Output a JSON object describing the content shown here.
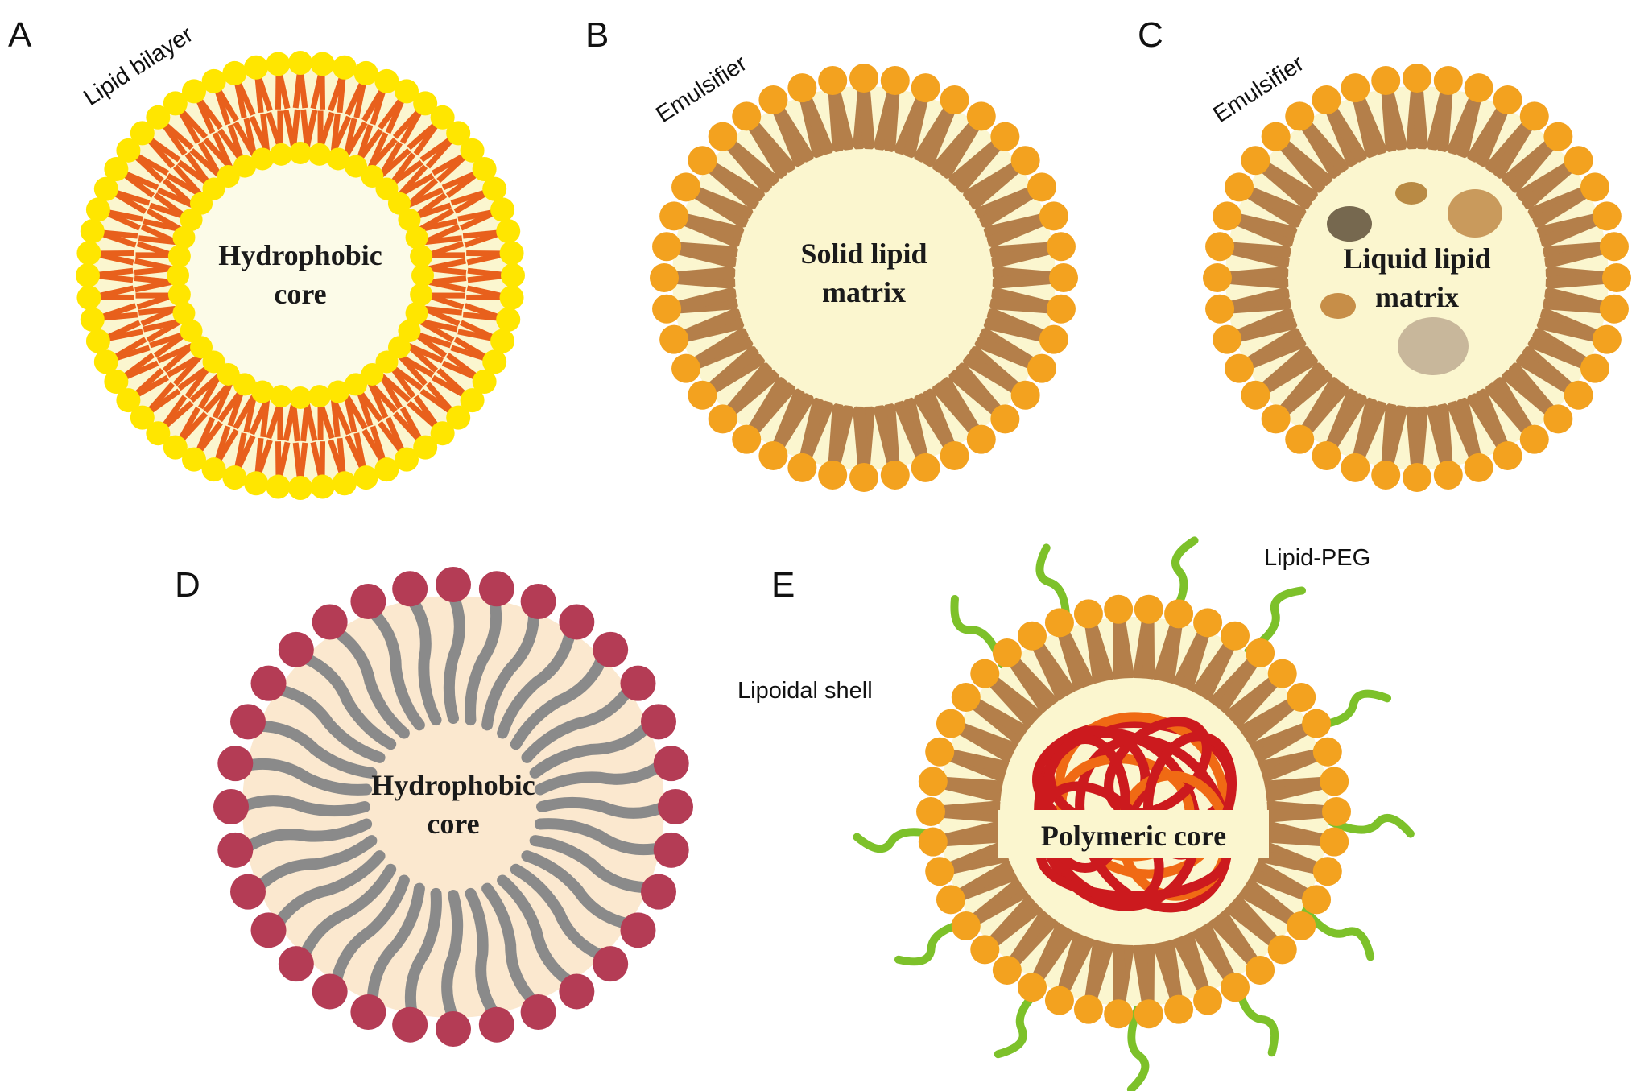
{
  "panels": {
    "A": {
      "letter": "A",
      "callout": "Lipid bilayer",
      "core_line1": "Hydrophobic",
      "core_line2": "core"
    },
    "B": {
      "letter": "B",
      "callout": "Emulsifier",
      "core_line1": "Solid lipid",
      "core_line2": "matrix"
    },
    "C": {
      "letter": "C",
      "callout": "Emulsifier",
      "core_line1": "Liquid lipid",
      "core_line2": "matrix"
    },
    "D": {
      "letter": "D",
      "core_line1": "Hydrophobic",
      "core_line2": "core"
    },
    "E": {
      "letter": "E",
      "callout_peg": "Lipid-PEG",
      "callout_shell": "Lipoidal shell",
      "core_label": "Polymeric core"
    }
  },
  "colors": {
    "yellow_head": "#ffe600",
    "orange_tail": "#e8601c",
    "orange_head": "#f3a21f",
    "brown_tail": "#b47f4a",
    "cream": "#fbf6cf",
    "core_light": "#fcfbe8",
    "peach": "#fbe8cf",
    "maroon_head": "#b43c55",
    "grey_tail": "#8a8a8a",
    "green_peg": "#7dc12a",
    "red_polymer": "#cc1a1e",
    "orange_polymer": "#f06a14"
  },
  "icons": [
    "liposome-icon",
    "solid-lipid-nanoparticle-icon",
    "nanostructured-lipid-carrier-icon",
    "micelle-icon",
    "lipid-polymer-hybrid-icon"
  ]
}
